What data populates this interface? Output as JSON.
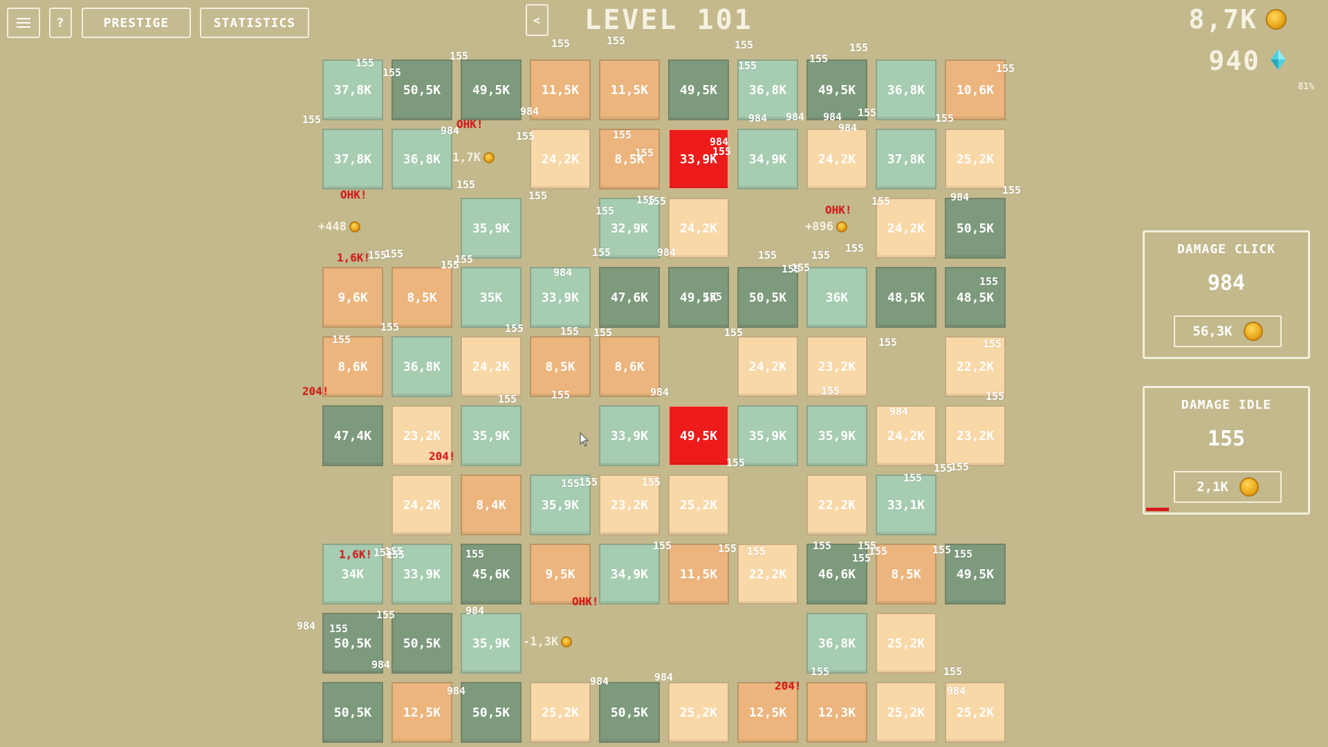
{
  "toolbar": {
    "prestige_label": "PRESTIGE",
    "statistics_label": "STATISTICS",
    "help_label": "?",
    "collapse_label": "<",
    "menu_icon": "hamburger-menu-icon"
  },
  "level_title": "LEVEL 101",
  "currency": {
    "coins": "8,7K",
    "gems": "940",
    "gem_percent": "81%",
    "coin_icon": "coin-icon",
    "gem_icon": "diamond-gem-icon"
  },
  "colors": {
    "background": "#c3b98d",
    "light-green": "#a6ccb1",
    "dark-green": "#7e9a7d",
    "peach": "#f9d8a8",
    "tan": "#ecb57d",
    "red": "#ee1b1b"
  },
  "damage_click": {
    "title": "DAMAGE CLICK",
    "value": "984",
    "cost": "56,3K"
  },
  "damage_idle": {
    "title": "DAMAGE IDLE",
    "value": "155",
    "cost": "2,1K",
    "progress": 0.14
  },
  "grid": {
    "rows": [
      [
        {
          "value": "37,8K",
          "color": "light-green"
        },
        {
          "value": "50,5K",
          "color": "dark-green"
        },
        {
          "value": "49,5K",
          "color": "dark-green"
        },
        {
          "value": "11,5K",
          "color": "tan"
        },
        {
          "value": "11,5K",
          "color": "tan"
        },
        {
          "value": "49,5K",
          "color": "dark-green"
        },
        {
          "value": "36,8K",
          "color": "light-green"
        },
        {
          "value": "49,5K",
          "color": "dark-green"
        },
        {
          "value": "36,8K",
          "color": "light-green"
        },
        {
          "value": "10,6K",
          "color": "tan"
        }
      ],
      [
        {
          "value": "37,8K",
          "color": "light-green"
        },
        {
          "value": "36,8K",
          "color": "light-green"
        },
        null,
        {
          "value": "24,2K",
          "color": "peach"
        },
        {
          "value": "8,5K",
          "color": "tan"
        },
        {
          "value": "33,9K",
          "color": "red"
        },
        {
          "value": "34,9K",
          "color": "light-green"
        },
        {
          "value": "24,2K",
          "color": "peach"
        },
        {
          "value": "37,8K",
          "color": "light-green"
        },
        {
          "value": "25,2K",
          "color": "peach"
        }
      ],
      [
        null,
        null,
        {
          "value": "35,9K",
          "color": "light-green"
        },
        null,
        {
          "value": "32,9K",
          "color": "light-green"
        },
        {
          "value": "24,2K",
          "color": "peach"
        },
        null,
        null,
        {
          "value": "24,2K",
          "color": "peach"
        },
        {
          "value": "50,5K",
          "color": "dark-green"
        }
      ],
      [
        {
          "value": "9,6K",
          "color": "tan"
        },
        {
          "value": "8,5K",
          "color": "tan"
        },
        {
          "value": "35K",
          "color": "light-green"
        },
        {
          "value": "33,9K",
          "color": "light-green"
        },
        {
          "value": "47,6K",
          "color": "dark-green"
        },
        {
          "value": "49,5K",
          "color": "dark-green"
        },
        {
          "value": "50,5K",
          "color": "dark-green"
        },
        {
          "value": "36K",
          "color": "light-green"
        },
        {
          "value": "48,5K",
          "color": "dark-green"
        },
        {
          "value": "48,5K",
          "color": "dark-green"
        }
      ],
      [
        {
          "value": "8,6K",
          "color": "tan"
        },
        {
          "value": "36,8K",
          "color": "light-green"
        },
        {
          "value": "24,2K",
          "color": "peach"
        },
        {
          "value": "8,5K",
          "color": "tan"
        },
        {
          "value": "8,6K",
          "color": "tan"
        },
        null,
        {
          "value": "24,2K",
          "color": "peach"
        },
        {
          "value": "23,2K",
          "color": "peach"
        },
        null,
        {
          "value": "22,2K",
          "color": "peach"
        }
      ],
      [
        {
          "value": "47,4K",
          "color": "dark-green"
        },
        {
          "value": "23,2K",
          "color": "peach"
        },
        {
          "value": "35,9K",
          "color": "light-green"
        },
        null,
        {
          "value": "33,9K",
          "color": "light-green"
        },
        {
          "value": "49,5K",
          "color": "red"
        },
        {
          "value": "35,9K",
          "color": "light-green"
        },
        {
          "value": "35,9K",
          "color": "light-green"
        },
        {
          "value": "24,2K",
          "color": "peach"
        },
        {
          "value": "23,2K",
          "color": "peach"
        }
      ],
      [
        null,
        {
          "value": "24,2K",
          "color": "peach"
        },
        {
          "value": "8,4K",
          "color": "tan"
        },
        {
          "value": "35,9K",
          "color": "light-green"
        },
        {
          "value": "23,2K",
          "color": "peach"
        },
        {
          "value": "25,2K",
          "color": "peach"
        },
        null,
        {
          "value": "22,2K",
          "color": "peach"
        },
        {
          "value": "33,1K",
          "color": "light-green"
        },
        null
      ],
      [
        {
          "value": "34K",
          "color": "light-green"
        },
        {
          "value": "33,9K",
          "color": "light-green"
        },
        {
          "value": "45,6K",
          "color": "dark-green"
        },
        {
          "value": "9,5K",
          "color": "tan"
        },
        {
          "value": "34,9K",
          "color": "light-green"
        },
        {
          "value": "11,5K",
          "color": "tan"
        },
        {
          "value": "22,2K",
          "color": "peach"
        },
        {
          "value": "46,6K",
          "color": "dark-green"
        },
        {
          "value": "8,5K",
          "color": "tan"
        },
        {
          "value": "49,5K",
          "color": "dark-green"
        }
      ],
      [
        {
          "value": "50,5K",
          "color": "dark-green"
        },
        {
          "value": "50,5K",
          "color": "dark-green"
        },
        {
          "value": "35,9K",
          "color": "light-green"
        },
        null,
        null,
        null,
        null,
        {
          "value": "36,8K",
          "color": "light-green"
        },
        {
          "value": "25,2K",
          "color": "peach"
        },
        null
      ],
      [
        {
          "value": "50,5K",
          "color": "dark-green"
        },
        {
          "value": "12,5K",
          "color": "tan"
        },
        {
          "value": "50,5K",
          "color": "dark-green"
        },
        {
          "value": "25,2K",
          "color": "peach"
        },
        {
          "value": "50,5K",
          "color": "dark-green"
        },
        {
          "value": "25,2K",
          "color": "peach"
        },
        {
          "value": "12,5K",
          "color": "tan"
        },
        {
          "value": "12,3K",
          "color": "tan"
        },
        {
          "value": "25,2K",
          "color": "peach"
        },
        {
          "value": "25,2K",
          "color": "peach"
        }
      ]
    ]
  },
  "floating_numbers": [
    {
      "t": "155"
    },
    {
      "t": "155"
    },
    {
      "t": "155"
    },
    {
      "t": "155"
    },
    {
      "t": "155"
    },
    {
      "t": "155"
    },
    {
      "t": "155"
    },
    {
      "t": "155"
    },
    {
      "t": "155"
    },
    {
      "t": "155"
    },
    {
      "t": "155"
    },
    {
      "t": "155"
    },
    {
      "t": "155"
    },
    {
      "t": "155"
    },
    {
      "t": "984"
    },
    {
      "t": "984"
    },
    {
      "t": "984"
    },
    {
      "t": "984"
    },
    {
      "t": "984"
    },
    {
      "t": "984"
    },
    {
      "t": "984"
    },
    {
      "t": "155"
    },
    {
      "t": "155"
    },
    {
      "t": "155"
    },
    {
      "t": "155"
    },
    {
      "t": "155"
    },
    {
      "t": "155"
    },
    {
      "t": "155"
    },
    {
      "t": "984"
    },
    {
      "t": "155"
    },
    {
      "t": "155"
    },
    {
      "t": "155"
    },
    {
      "t": "155"
    },
    {
      "t": "155"
    },
    {
      "t": "155"
    },
    {
      "t": "155"
    },
    {
      "t": "155"
    },
    {
      "t": "155"
    },
    {
      "t": "155"
    },
    {
      "t": "984"
    },
    {
      "t": "155"
    },
    {
      "t": "155"
    },
    {
      "t": "155"
    },
    {
      "t": "155"
    },
    {
      "t": "155"
    },
    {
      "t": "984"
    },
    {
      "t": "155"
    },
    {
      "t": "155"
    },
    {
      "t": "155"
    },
    {
      "t": "155"
    },
    {
      "t": "155"
    },
    {
      "t": "155"
    },
    {
      "t": "984"
    },
    {
      "t": "155"
    },
    {
      "t": "155"
    },
    {
      "t": "155"
    },
    {
      "t": "155"
    },
    {
      "t": "155"
    },
    {
      "t": "155"
    },
    {
      "t": "155"
    },
    {
      "t": "984"
    },
    {
      "t": "155"
    },
    {
      "t": "155"
    },
    {
      "t": "155"
    },
    {
      "t": "155"
    },
    {
      "t": "155"
    },
    {
      "t": "155"
    },
    {
      "t": "155"
    },
    {
      "t": "155"
    },
    {
      "t": "155"
    },
    {
      "t": "155"
    },
    {
      "t": "155"
    },
    {
      "t": "155"
    },
    {
      "t": "155"
    },
    {
      "t": "155"
    },
    {
      "t": "155"
    },
    {
      "t": "155"
    },
    {
      "t": "155"
    },
    {
      "t": "155"
    },
    {
      "t": "155"
    },
    {
      "t": "155"
    },
    {
      "t": "155"
    },
    {
      "t": "155"
    },
    {
      "t": "155"
    },
    {
      "t": "984"
    },
    {
      "t": "984"
    },
    {
      "t": "984"
    },
    {
      "t": "984"
    },
    {
      "t": "984"
    },
    {
      "t": "984"
    },
    {
      "t": "984"
    }
  ],
  "crit_texts": [
    "OHK!",
    "OHK!",
    "OHK!",
    "1,6K!",
    "204!",
    "204!",
    "1,6K!",
    "OHK!",
    "204!"
  ],
  "rewards": [
    "1,7K",
    "+448",
    "+896",
    "-1,3K"
  ]
}
